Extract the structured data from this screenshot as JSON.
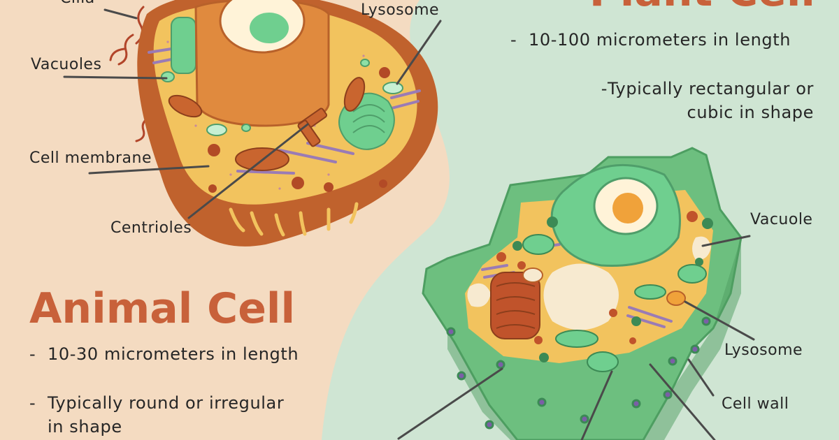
{
  "animal": {
    "title": "Animal Cell",
    "facts": [
      {
        "bullet": "-",
        "text": "10-30 micrometers in length"
      },
      {
        "bullet": "-",
        "line1": "Typically round or irregular",
        "line2": "in shape"
      }
    ],
    "labels": {
      "cilia": "Cilia",
      "vacuoles": "Vacuoles",
      "cell_membrane": "Cell membrane",
      "centrioles": "Centrioles",
      "lysosome": "Lysosome"
    }
  },
  "plant": {
    "title": "Plant Cell",
    "facts": [
      {
        "bullet": "-",
        "text": "10-100 micrometers in length"
      },
      {
        "bullet": "-",
        "line1": "Typically rectangular or",
        "line2": "cubic in shape"
      }
    ],
    "labels": {
      "vacuole": "Vacuole",
      "lysosome": "Lysosome",
      "cell_wall": "Cell wall"
    }
  },
  "colors": {
    "animal_background": "#f4dbc1",
    "plant_background": "#cfe5d3",
    "animal_title": "#c8613a",
    "plant_title": "#c8613a",
    "animal_membrane": "#c0622d",
    "cytoplasm": "#f2c35e",
    "nucleus_green": "#6fcf8f",
    "plant_wall": "#6dbf7f"
  }
}
